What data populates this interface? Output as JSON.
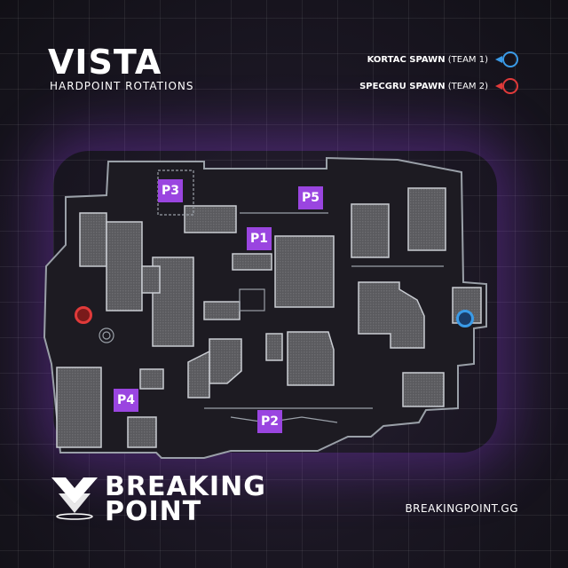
{
  "header": {
    "title": "VISTA",
    "subtitle": "HARDPOINT ROTATIONS"
  },
  "legend": [
    {
      "bold": "KORTAC SPAWN",
      "rest": " (TEAM 1)",
      "color": "#3a9be8"
    },
    {
      "bold": "SPECGRU SPAWN",
      "rest": " (TEAM 2)",
      "color": "#e03a3a"
    }
  ],
  "hardpoints": [
    {
      "label": "P1"
    },
    {
      "label": "P2"
    },
    {
      "label": "P3"
    },
    {
      "label": "P4"
    },
    {
      "label": "P5"
    }
  ],
  "colors": {
    "hardpoint": "#9a45e0",
    "team1": "#3a9be8",
    "team2": "#e03a3a"
  },
  "brand": {
    "line1": "BREAKING",
    "line2": "POINT",
    "url": "BREAKINGPOINT.GG"
  }
}
